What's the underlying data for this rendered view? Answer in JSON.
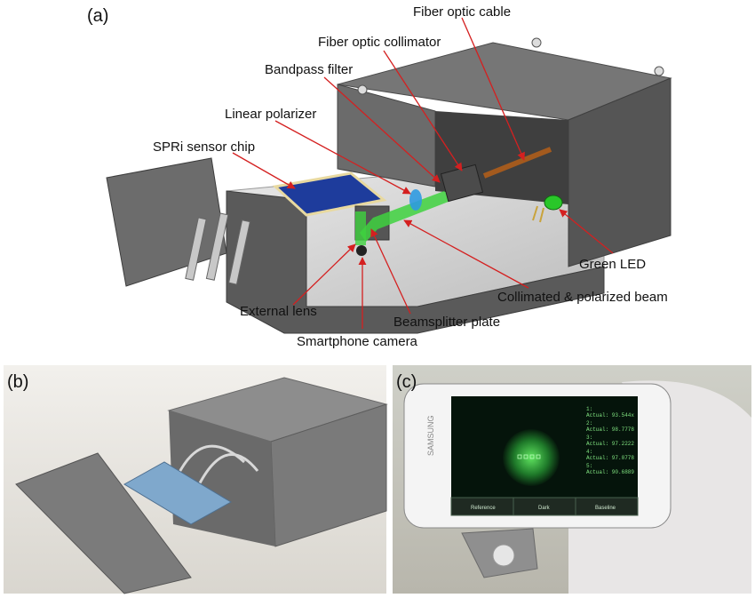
{
  "panels": {
    "a": {
      "label": "(a)",
      "callouts": [
        {
          "id": "fiber-optic-cable",
          "text": "Fiber optic cable"
        },
        {
          "id": "fiber-optic-collimator",
          "text": "Fiber optic collimator"
        },
        {
          "id": "bandpass-filter",
          "text": "Bandpass filter"
        },
        {
          "id": "linear-polarizer",
          "text": "Linear polarizer"
        },
        {
          "id": "spri-sensor-chip",
          "text": "SPRi sensor chip"
        },
        {
          "id": "green-led",
          "text": "Green LED"
        },
        {
          "id": "collimated-beam",
          "text": "Collimated & polarized beam"
        },
        {
          "id": "external-lens",
          "text": "External lens"
        },
        {
          "id": "beamsplitter-plate",
          "text": "Beamsplitter plate"
        },
        {
          "id": "smartphone-camera",
          "text": "Smartphone camera"
        }
      ]
    },
    "b": {
      "label": "(b)"
    },
    "c": {
      "label": "(c)",
      "phone_brand": "SAMSUNG",
      "readout": [
        "1:",
        "Actual: 93.544x",
        "2:",
        "Actual: 98.7778",
        "3:",
        "Actual: 97.2222",
        "4:",
        "Actual: 97.0778",
        "5:",
        "Actual: 90.6889"
      ],
      "buttons": [
        "Reference",
        "Dark",
        "Baseline"
      ]
    }
  },
  "colors": {
    "callout_line": "#d42020",
    "housing": "#5f5f5f",
    "chip": "#1e3c9c",
    "beam": "#3fd23f"
  }
}
